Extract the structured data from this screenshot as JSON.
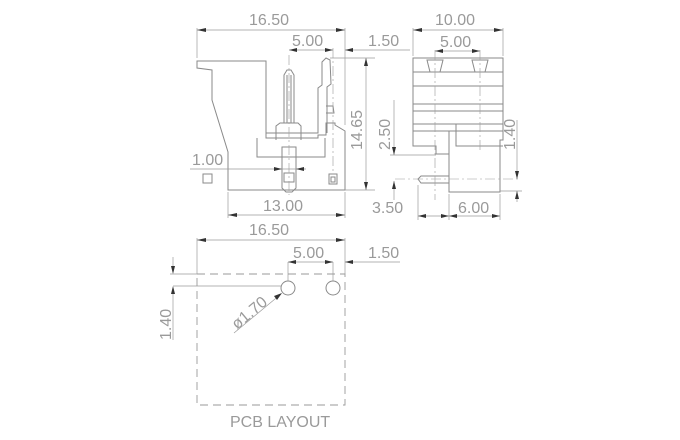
{
  "front_view": {
    "dim_width": "16.50",
    "dim_pitch": "5.00",
    "dim_offset": "1.50",
    "dim_height": "14.65",
    "dim_pin": "1.00",
    "dim_base": "13.00"
  },
  "side_view": {
    "dim_width": "10.00",
    "dim_pitch": "5.00",
    "dim_vertical": "2.50",
    "dim_pin_height": "1.40",
    "dim_pin_extend": "3.50",
    "dim_body": "6.00"
  },
  "pcb_layout": {
    "dim_width": "16.50",
    "dim_pitch": "5.00",
    "dim_offset": "1.50",
    "dim_edge": "1.40",
    "dim_hole": "ø1.70",
    "title": "PCB LAYOUT"
  }
}
